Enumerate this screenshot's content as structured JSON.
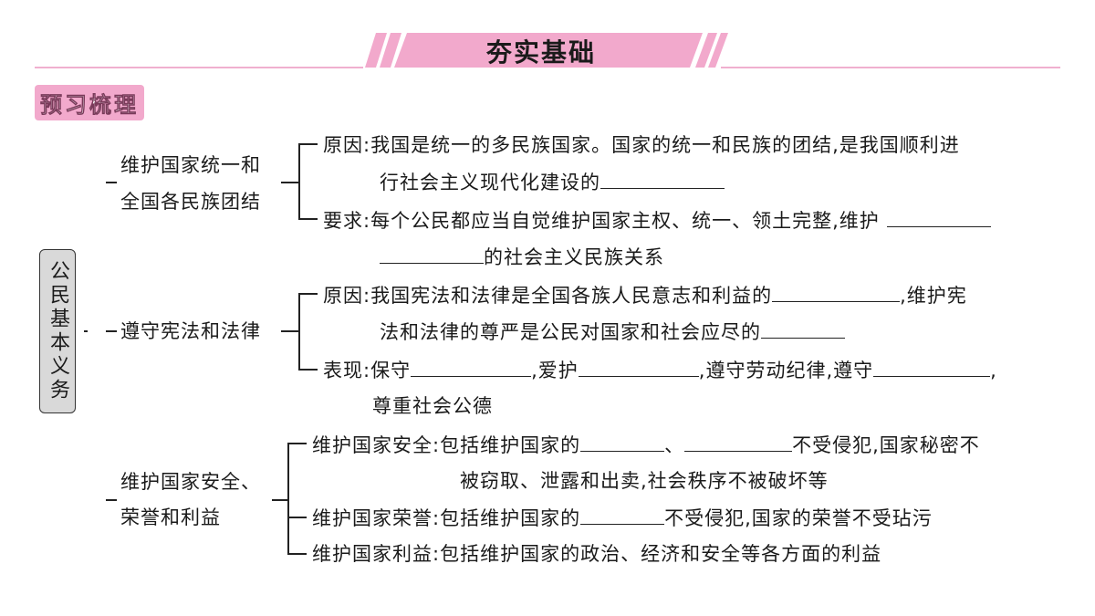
{
  "header": {
    "title": "夯实基础",
    "accent": "#f2a9cc",
    "line_color": "#f0b0cf"
  },
  "section_badge": "预习梳理",
  "root": "公民基本义务",
  "branches": [
    {
      "label_lines": [
        "维护国家统一和",
        "全国各民族团结"
      ],
      "items": [
        {
          "label": "原因:",
          "line1": "我国是统一的多民族国家。国家的统一和民族的团结,是我国顺利进",
          "line2": "行社会主义现代化建设的"
        },
        {
          "label": "要求:",
          "line1": "每个公民都应当自觉维护国家主权、统一、领土完整,维护",
          "line2": "的社会主义民族关系"
        }
      ]
    },
    {
      "label_lines": [
        "遵守宪法和法律"
      ],
      "items": [
        {
          "label": "原因:",
          "line1a": "我国宪法和法律是全国各族人民意志和利益的",
          "line1b": ",维护宪",
          "line2": "法和法律的尊严是公民对国家和社会应尽的"
        },
        {
          "label": "表现:",
          "seg1": "保守",
          "seg2": ",爱护",
          "seg3": ",遵守劳动纪律,遵守",
          "seg4": ",",
          "line2": "尊重社会公德"
        }
      ]
    },
    {
      "label_lines": [
        "维护国家安全、",
        "荣誉和利益"
      ],
      "items": [
        {
          "label": "维护国家安全:",
          "seg1": "包括维护国家的",
          "seg2": "、",
          "seg3": "不受侵犯,国家秘密不",
          "line2": "被窃取、泄露和出卖,社会秩序不被破坏等"
        },
        {
          "label": "维护国家荣誉:",
          "seg1": "包括维护国家的",
          "seg2": "不受侵犯,国家的荣誉不受玷污"
        },
        {
          "label": "维护国家利益:",
          "text": "包括维护国家的政治、经济和安全等各方面的利益"
        }
      ]
    }
  ]
}
